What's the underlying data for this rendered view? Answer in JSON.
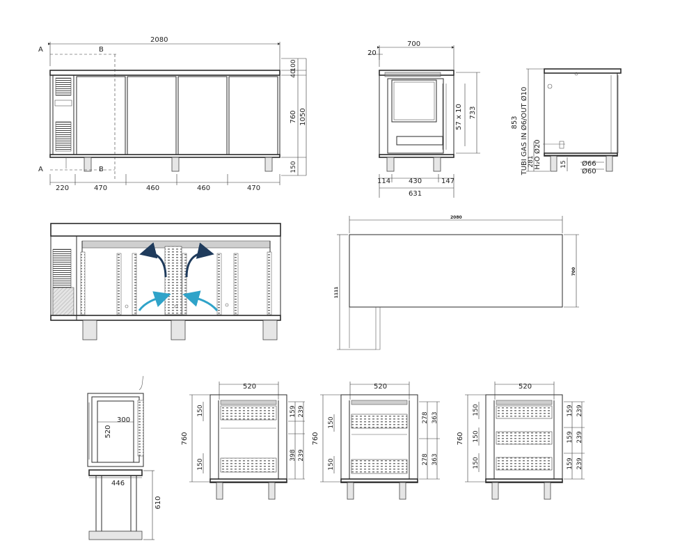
{
  "colors": {
    "line": "#2a2a2a",
    "arrow_hot": "#1f3b5c",
    "arrow_cold": "#2fa3c9",
    "hatch": "#cfcfcf"
  },
  "front_view": {
    "section_a": "A",
    "section_b": "B",
    "total_width": "2080",
    "dims_vertical": [
      "100",
      "40",
      "760",
      "1050",
      "150"
    ],
    "dims_bottom": [
      "220",
      "470",
      "460",
      "460",
      "470"
    ]
  },
  "side_section": {
    "depth": "700",
    "overhang": "20",
    "drawer": "57 x 10",
    "inner_height": "733",
    "bottom": [
      "114",
      "430",
      "147"
    ],
    "base_width": "631"
  },
  "side_view": {
    "height": "853",
    "tubi": "TUBI GAS IN Ø6/OUT Ø10",
    "h2o": "H₂O Ø20",
    "small": [
      "281",
      "15"
    ],
    "diameters": [
      "Ø66",
      "Ø60"
    ]
  },
  "plan_view": {
    "width": "2080",
    "depth": "700",
    "height": "1111"
  },
  "drawer_section": {
    "width": "300",
    "height": "520",
    "base": "446",
    "leg": "610"
  },
  "config_1": {
    "width": "520",
    "total": "760",
    "left": [
      "150",
      "150"
    ],
    "right": [
      "159",
      "239",
      "398",
      "239"
    ]
  },
  "config_2": {
    "width": "520",
    "total": "760",
    "left": [
      "150",
      "150"
    ],
    "right": [
      "278",
      "363",
      "278",
      "363"
    ]
  },
  "config_3": {
    "width": "520",
    "total": "760",
    "left": [
      "150",
      "150",
      "150"
    ],
    "right": [
      "159",
      "239",
      "159",
      "239",
      "159",
      "239"
    ]
  }
}
